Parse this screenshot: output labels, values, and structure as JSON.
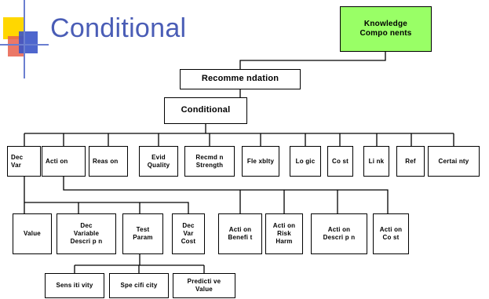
{
  "slide": {
    "title": "Conditional",
    "accent_colors": {
      "title": "#4a5db6",
      "deco_yellow": "#ffd700",
      "deco_red": "#e8604c",
      "deco_blue": "#3b55c8",
      "knowledge_box": "#99ff66"
    }
  },
  "diagram": {
    "nodes": {
      "knowledge": "Knowledge\nCompo nents",
      "recommendation": "Recomme ndation",
      "conditional": "Conditional",
      "dec_var": "Dec\nVar",
      "action": "Acti on",
      "reason": "Reas on",
      "evid_quality": "Evid\nQuality",
      "recmdn_strength": "Recmd n\nStrength",
      "flexblty": "Fle xblty",
      "logic": "Lo gic",
      "cost": "Co st",
      "link": "Li nk",
      "ref": "Ref",
      "certainty": "Certai nty",
      "value": "Value",
      "dec_variable_descripn": "Dec\nVariable\nDescri p n",
      "test_param": "Test\nParam",
      "dec_var_cost": "Dec\nVar\nCost",
      "action_benefit": "Acti on\nBenefi t",
      "action_risk_harm": "Acti on\nRisk\nHarm",
      "action_descripn": "Acti on\nDescri p n",
      "action_cost": "Acti on\nCo st",
      "sensitivity": "Sens iti vity",
      "specificity": "Spe cifi city",
      "predictive_value": "Predicti ve\nValue"
    }
  }
}
